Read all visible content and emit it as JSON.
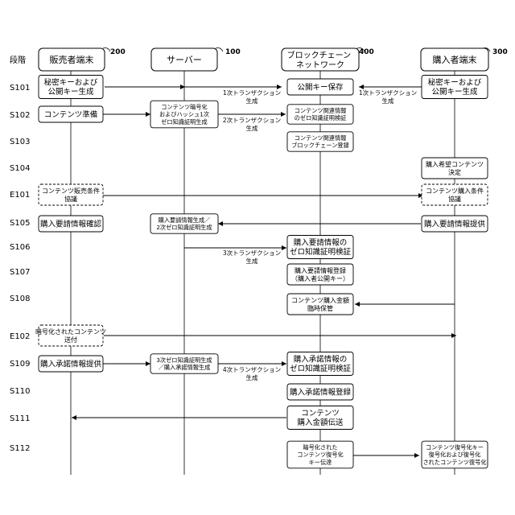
{
  "stage_header": "段階",
  "actors": [
    {
      "id": "seller",
      "label": "販売者端末",
      "ref": "200"
    },
    {
      "id": "server",
      "label": "サーバー",
      "ref": "100"
    },
    {
      "id": "chain",
      "label": "ブロックチェーン\nネットワーク",
      "ref": "400"
    },
    {
      "id": "buyer",
      "label": "購入者端末",
      "ref": "300"
    }
  ],
  "stages": [
    "S101",
    "S102",
    "S103",
    "S104",
    "E101",
    "S105",
    "S106",
    "S107",
    "S108",
    "E102",
    "S109",
    "S110",
    "S111",
    "S112"
  ],
  "boxes": [
    {
      "lane": "seller",
      "stage": "S101",
      "text": "秘密キーおよび\n公開キー生成",
      "dashed": false
    },
    {
      "lane": "chain",
      "stage": "S101",
      "text": "公開キー保存",
      "dashed": false
    },
    {
      "lane": "buyer",
      "stage": "S101",
      "text": "秘密キーおよび\n公開キー生成",
      "dashed": false
    },
    {
      "lane": "seller",
      "stage": "S102",
      "text": "コンテンツ準備",
      "dashed": false
    },
    {
      "lane": "server",
      "stage": "S102",
      "text": "コンテンツ暗号化\nおよびハッシュ1次\nゼロ知識証明生成",
      "dashed": false
    },
    {
      "lane": "chain",
      "stage": "S102",
      "text": "コンテンツ関連情報\nのゼロ知識証明検証",
      "dashed": false
    },
    {
      "lane": "chain",
      "stage": "S103",
      "text": "コンテンツ関連情報\nブロックチェーン登録",
      "dashed": false
    },
    {
      "lane": "buyer",
      "stage": "S104",
      "text": "購入希望コンテンツ\n決定",
      "dashed": false
    },
    {
      "lane": "seller",
      "stage": "E101",
      "text": "コンテンツ販売条件\n協議",
      "dashed": true
    },
    {
      "lane": "buyer",
      "stage": "E101",
      "text": "コンテンツ購入条件\n協議",
      "dashed": true
    },
    {
      "lane": "seller",
      "stage": "S105",
      "text": "購入要請情報確認",
      "dashed": false
    },
    {
      "lane": "server",
      "stage": "S105",
      "text": "購入要請情報生成／\n2次ゼロ知識証明生成",
      "dashed": false
    },
    {
      "lane": "buyer",
      "stage": "S105",
      "text": "購入要請情報提供",
      "dashed": false
    },
    {
      "lane": "chain",
      "stage": "S106",
      "text": "購入要請情報の\nゼロ知識証明検証",
      "dashed": false
    },
    {
      "lane": "chain",
      "stage": "S107",
      "text": "購入要請情報登録\n（購入者公開キー）",
      "dashed": false
    },
    {
      "lane": "chain",
      "stage": "S108",
      "text": "コンテンツ購入金額\n臨時保管",
      "dashed": false
    },
    {
      "lane": "seller",
      "stage": "E102",
      "text": "暗号化されたコンテンツ\n送付",
      "dashed": true
    },
    {
      "lane": "seller",
      "stage": "S109",
      "text": "購入承諾情報提供",
      "dashed": false
    },
    {
      "lane": "server",
      "stage": "S109",
      "text": "3次ゼロ知識証明生成\n／購入承諾情報生成",
      "dashed": false
    },
    {
      "lane": "chain",
      "stage": "S109",
      "text": "購入承諾情報の\nゼロ知識証明検証",
      "dashed": false
    },
    {
      "lane": "chain",
      "stage": "S110",
      "text": "購入承諾情報登録",
      "dashed": false
    },
    {
      "lane": "chain",
      "stage": "S111",
      "text": "コンテンツ\n購入金額伝送",
      "dashed": false
    },
    {
      "lane": "chain",
      "stage": "S112",
      "text": "暗号化された\nコンテンツ復号化\nキー伝達",
      "dashed": false
    },
    {
      "lane": "buyer",
      "stage": "S112",
      "text": "コンテンツ復号化キー\n復号化および復号化\nされたコンテンツ復号化",
      "dashed": false
    }
  ],
  "arrow_labels": [
    {
      "stage": "S101",
      "text": "1次トランザクション\n生成",
      "side": "left"
    },
    {
      "stage": "S101",
      "text": "1次トランザクション\n生成",
      "side": "right"
    },
    {
      "stage": "S102",
      "text": "2次トランザクション\n生成",
      "side": "left"
    },
    {
      "stage": "S106",
      "text": "3次トランザクション\n生成",
      "side": "left"
    },
    {
      "stage": "S109",
      "text": "4次トランザクション\n生成",
      "side": "left"
    }
  ],
  "colors": {
    "line": "#000000",
    "box_fill": "#ffffff",
    "background": "#ffffff"
  }
}
